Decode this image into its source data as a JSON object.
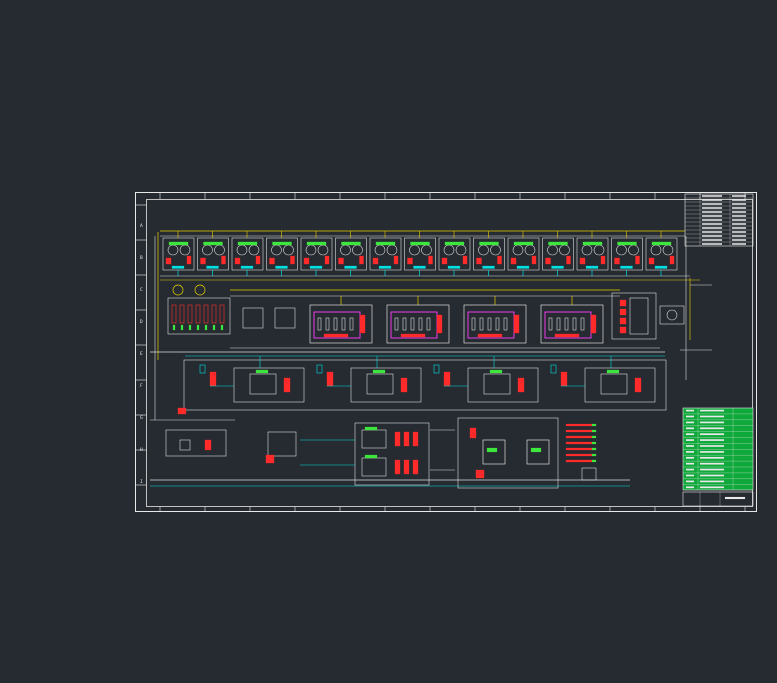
{
  "canvas": {
    "background": "#262b31"
  },
  "palette": {
    "frame": "#e8e8e8",
    "pipe_white": "#dcdcdc",
    "pipe_yellow": "#e8d000",
    "pipe_cyan": "#00e0e0",
    "pipe_red": "#ff2a2a",
    "pipe_green": "#3ce63c",
    "pipe_magenta": "#ff40ff",
    "legend_fill": "#0fa83a"
  },
  "drawing": {
    "row_letters": [
      "A",
      "B",
      "C",
      "D",
      "E",
      "F",
      "G",
      "H",
      "I"
    ],
    "top_unit_count": 15,
    "tank_count": 4,
    "mid_unit_count": 4
  }
}
